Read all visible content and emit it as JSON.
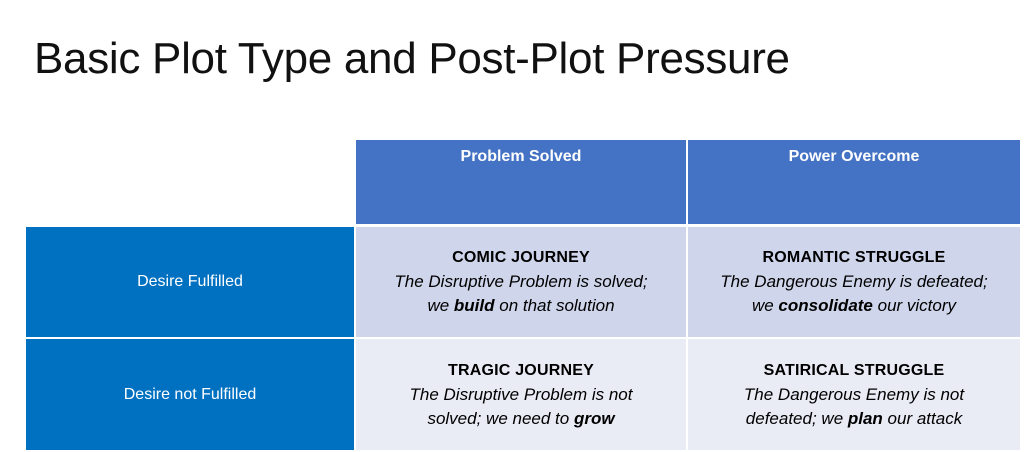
{
  "title": "Basic Plot Type and Post-Plot Pressure",
  "columns": [
    "Problem Solved",
    "Power Overcome"
  ],
  "rows": [
    {
      "label": "Desire Fulfilled",
      "cells": [
        {
          "heading": "COMIC JOURNEY",
          "line1": "The Disruptive Problem is solved;",
          "line2_pre": "we ",
          "line2_bold": "build",
          "line2_post": " on that solution"
        },
        {
          "heading": "ROMANTIC STRUGGLE",
          "line1": "The Dangerous Enemy is defeated;",
          "line2_pre": "we ",
          "line2_bold": "consolidate",
          "line2_post": " our victory"
        }
      ]
    },
    {
      "label": "Desire not Fulfilled",
      "cells": [
        {
          "heading": "TRAGIC JOURNEY",
          "line1": "The Disruptive Problem is not",
          "line2_pre": "solved; we need to ",
          "line2_bold": "grow",
          "line2_post": ""
        },
        {
          "heading": "SATIRICAL STRUGGLE",
          "line1": "The Dangerous Enemy is not",
          "line2_pre": "defeated; we ",
          "line2_bold": "plan",
          "line2_post": " our attack"
        }
      ]
    }
  ],
  "colors": {
    "column_header": "#4472c4",
    "row_header": "#0070c0",
    "row1_body": "#cfd5ea",
    "row2_body": "#e9ebf5"
  }
}
